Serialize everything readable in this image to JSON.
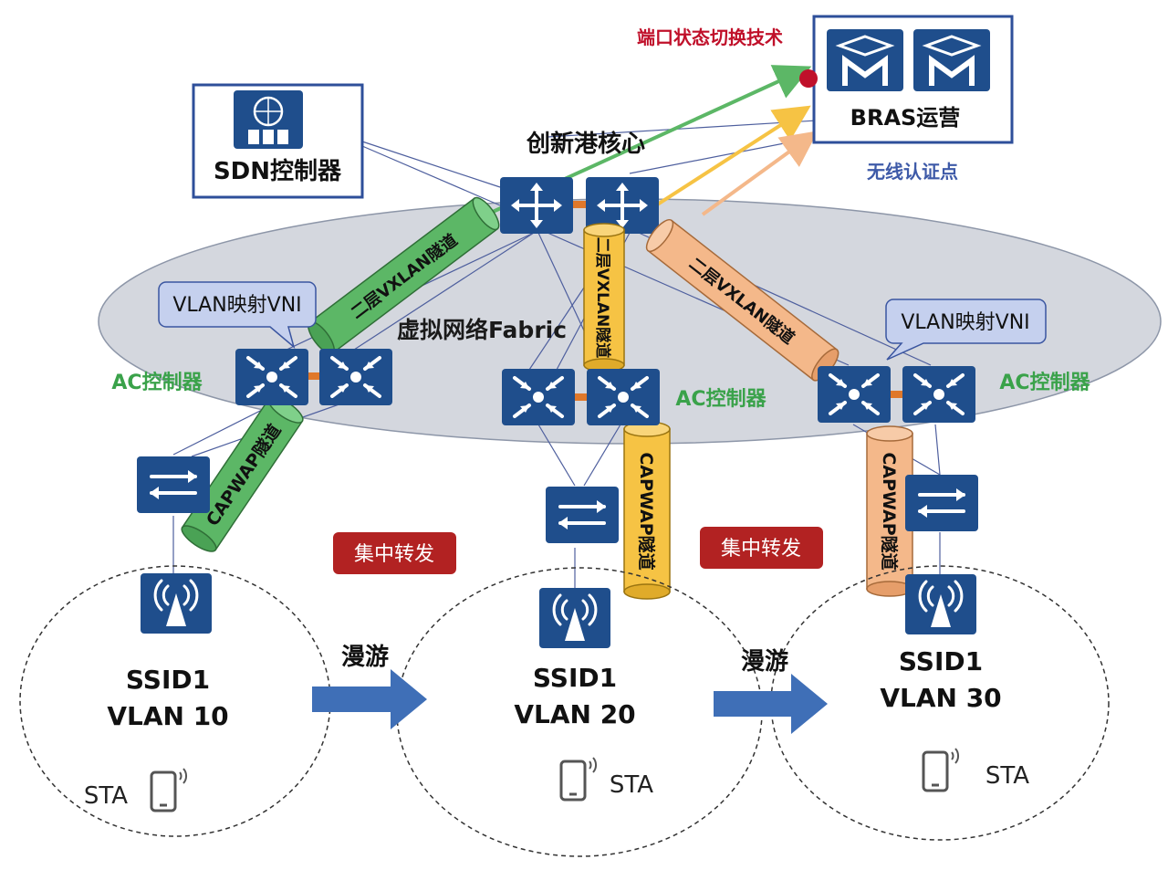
{
  "labels": {
    "port_switch": "端口状态切换技术",
    "bras": "BRAS运营",
    "wireless_auth": "无线认证点",
    "sdn": "SDN控制器",
    "core": "创新港核心",
    "fabric": "虚拟网络Fabric",
    "vlan_vni_left": "VLAN映射VNI",
    "vlan_vni_right": "VLAN映射VNI",
    "ac_left": "AC控制器",
    "ac_mid": "AC控制器",
    "ac_right": "AC控制器",
    "tunnel_l2_left": "二层VXLAN隧道",
    "tunnel_l2_mid": "二层VXLAN隧道",
    "tunnel_l2_right": "二层VXLAN隧道",
    "capwap_left": "CAPWAP隧道",
    "capwap_mid": "CAPWAP隧道",
    "capwap_right": "CAPWAP隧道",
    "central_fwd_1": "集中转发",
    "central_fwd_2": "集中转发",
    "roam_1": "漫游",
    "roam_2": "漫游",
    "cell1_ssid": "SSID1",
    "cell1_vlan": "VLAN 10",
    "cell2_ssid": "SSID1",
    "cell2_vlan": "VLAN 20",
    "cell3_ssid": "SSID1",
    "cell3_vlan": "VLAN 30",
    "sta_1": "STA",
    "sta_2": "STA",
    "sta_3": "STA"
  },
  "colors": {
    "device_blue": "#1f4e8c",
    "fabric_fill": "#d4d7de",
    "tunnel_green": "#5cb766",
    "tunnel_orange": "#f4b88a",
    "tunnel_yellow": "#f6c344",
    "label_red": "#b22222",
    "ac_green": "#3aa24a"
  }
}
